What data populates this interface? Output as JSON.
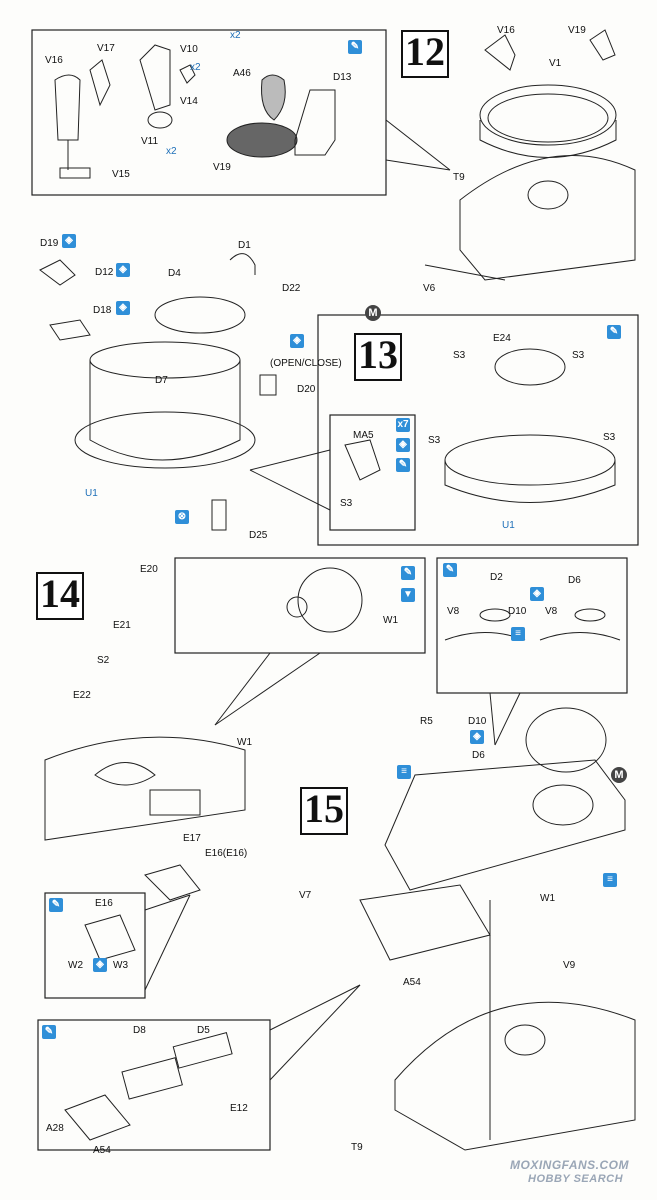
{
  "steps": {
    "s12": "12",
    "s13": "13",
    "s14": "14",
    "s15": "15"
  },
  "step12_labels": {
    "V16": "V16",
    "V17": "V17",
    "V10": "V10",
    "V14": "V14",
    "A46": "A46",
    "D13": "D13",
    "V11": "V11",
    "V19": "V19",
    "V15": "V15",
    "V16b": "V16",
    "V19b": "V19",
    "V1": "V1",
    "T9": "T9",
    "V6": "V6"
  },
  "step12_x2": [
    "x2",
    "x2",
    "x2"
  ],
  "step13_labels": {
    "D19": "D19",
    "D12": "D12",
    "D18": "D18",
    "D4": "D4",
    "D1": "D1",
    "D22": "D22",
    "open_close": "(OPEN/CLOSE)",
    "D20": "D20",
    "D7": "D7",
    "U1": "U1",
    "D25": "D25",
    "E24": "E24",
    "S3a": "S3",
    "S3b": "S3",
    "S3c": "S3",
    "S3d": "S3",
    "MA5": "MA5",
    "S3e": "S3",
    "U1b": "U1",
    "x7": "x7",
    "M": "M"
  },
  "step14_labels": {
    "E20": "E20",
    "E21": "E21",
    "S2": "S2",
    "E22": "E22",
    "W1": "W1",
    "W1b": "W1",
    "E17": "E17",
    "E16E16": "E16(E16)",
    "E16": "E16",
    "W2": "W2",
    "W3": "W3",
    "D8": "D8",
    "D5": "D5",
    "E12": "E12",
    "A28": "A28",
    "A54": "A54"
  },
  "step15_labels": {
    "D2": "D2",
    "D6": "D6",
    "V8a": "V8",
    "D10a": "D10",
    "V8b": "V8",
    "R5": "R5",
    "D10b": "D10",
    "D6b": "D6",
    "W1": "W1",
    "V7": "V7",
    "V9": "V9",
    "A54": "A54",
    "T9": "T9",
    "M": "M"
  },
  "watermark": {
    "line1": "MOXINGFANS.COM",
    "line2": "HOBBY SEARCH"
  },
  "colors": {
    "accent": "#2f8fd8",
    "text": "#111111"
  },
  "icons": [
    "cement-icon",
    "paint-icon",
    "option-icon",
    "drill-icon",
    "flip-icon",
    "cut-icon"
  ]
}
